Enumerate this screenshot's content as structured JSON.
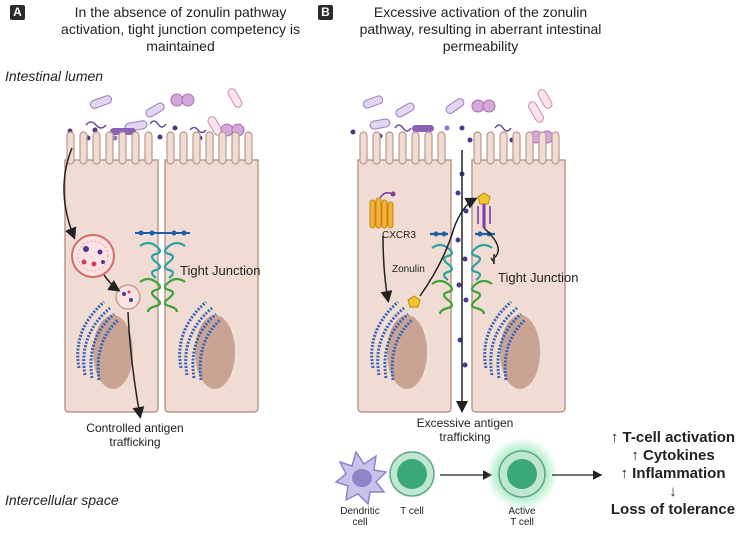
{
  "panel_a": {
    "badge": "A",
    "title_lines": [
      "In the absence of zonulin pathway",
      "activation, tight junction competency is",
      "maintained"
    ],
    "tight_junction_label": "Tight Junction",
    "antigen_label_lines": [
      "Controlled antigen",
      "trafficking"
    ]
  },
  "panel_b": {
    "badge": "B",
    "title_lines": [
      "Excessive activation of the zonulin",
      "pathway, resulting in aberrant intestinal",
      "permeability"
    ],
    "cxcr3_label": "CXCR3",
    "zonulin_label": "Zonulin",
    "tight_junction_label": "Tight Junction",
    "antigen_label_lines": [
      "Excessive antigen",
      "trafficking"
    ],
    "cells": [
      {
        "label_lines": [
          "Dendritic",
          "cell"
        ]
      },
      {
        "label_lines": [
          "T cell"
        ]
      },
      {
        "label_lines": [
          "Active",
          "T cell"
        ]
      }
    ],
    "outcomes": [
      "↑ T-cell activation",
      "↑ Cytokines",
      "↑ Inflammation",
      "↓",
      "Loss of tolerance"
    ]
  },
  "labels": {
    "lumen": "Intestinal lumen",
    "intercellular": "Intercellular space"
  },
  "colors": {
    "cell_fill": "#f0dcd3",
    "cell_stroke": "#b99a8f",
    "nucleus": "#c9a394",
    "er": "#3a66b8",
    "tj_teal": "#2aa3a0",
    "tj_green": "#3fa23a",
    "tj_blue": "#1d5fa8",
    "bacteria": "#b79ad6",
    "t_cell": "#62c39a"
  }
}
